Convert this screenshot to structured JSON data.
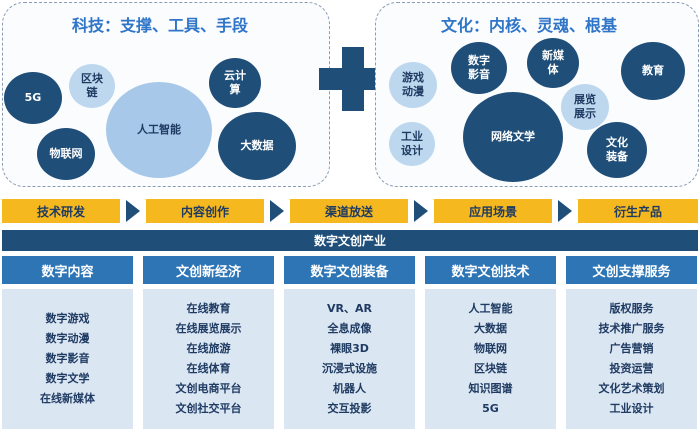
{
  "top": {
    "tech": {
      "title": "科技：支撑、工具、手段",
      "bubbles": [
        "5G",
        "区块\n链",
        "云计\n算",
        "人工智能",
        "物联网",
        "大数据"
      ]
    },
    "culture": {
      "title": "文化：内核、灵魂、根基",
      "bubbles": [
        "数字\n影音",
        "新媒\n体",
        "教育",
        "游戏\n动漫",
        "展览\n展示",
        "网络文学",
        "工业\n设计",
        "文化\n装备"
      ]
    }
  },
  "flow": [
    "技术研发",
    "内容创作",
    "渠道放送",
    "应用场景",
    "衍生产品"
  ],
  "industry_title": "数字文创产业",
  "columns": [
    {
      "header": "数字内容",
      "items": [
        "数字游戏",
        "数字动漫",
        "数字影音",
        "数字文学",
        "在线新媒体"
      ]
    },
    {
      "header": "文创新经济",
      "items": [
        "在线教育",
        "在线展览展示",
        "在线旅游",
        "在线体育",
        "文创电商平台",
        "文创社交平台"
      ]
    },
    {
      "header": "数字文创装备",
      "items": [
        "VR、AR",
        "全息成像",
        "裸眼3D",
        "沉浸式设施",
        "机器人",
        "交互投影"
      ]
    },
    {
      "header": "数字文创技术",
      "items": [
        "人工智能",
        "大数据",
        "物联网",
        "区块链",
        "知识图谱",
        "5G"
      ]
    },
    {
      "header": "文创支撑服务",
      "items": [
        "版权服务",
        "技术推广服务",
        "广告营销",
        "投资运营",
        "文化艺术策划",
        "工业设计"
      ]
    }
  ],
  "colors": {
    "dark": "#1f4e79",
    "header": "#2e75b6",
    "step": "#f5b81e",
    "body": "#dbe6f3"
  }
}
